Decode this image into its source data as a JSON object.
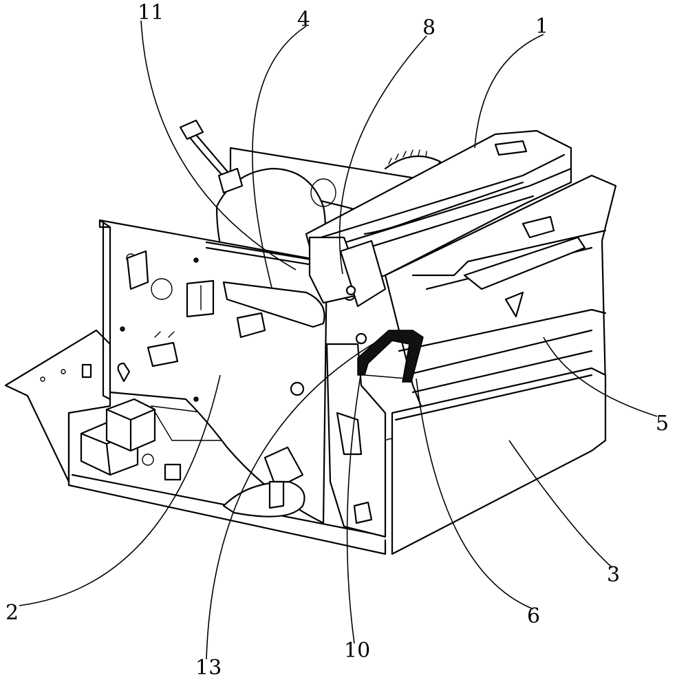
{
  "figure": {
    "labels": [
      {
        "id": "label-11",
        "text": "11"
      },
      {
        "id": "label-4",
        "text": "4"
      },
      {
        "id": "label-8",
        "text": "8"
      },
      {
        "id": "label-1",
        "text": "1"
      },
      {
        "id": "label-5",
        "text": "5"
      },
      {
        "id": "label-3",
        "text": "3"
      },
      {
        "id": "label-6",
        "text": "6"
      },
      {
        "id": "label-10",
        "text": "10"
      },
      {
        "id": "label-13",
        "text": "13"
      },
      {
        "id": "label-2",
        "text": "2"
      }
    ]
  }
}
